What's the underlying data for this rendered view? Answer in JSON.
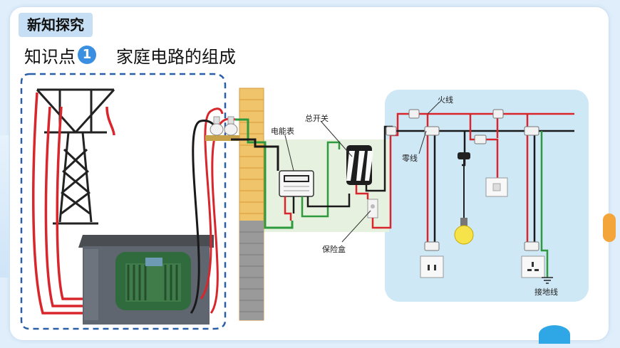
{
  "header": {
    "tag": "新知探究",
    "prefix": "知识点",
    "number": "1",
    "topic": "家庭电路的组成"
  },
  "labels": {
    "live_wire": "火线",
    "main_switch": "总开关",
    "meter": "电能表",
    "neutral_wire": "零线",
    "fuse_box": "保险盒",
    "ground_wire": "接地线"
  },
  "colors": {
    "live": "#d9262c",
    "neutral": "#1a1a1a",
    "ground": "#2e9a3e",
    "accent": "#3b8fe0"
  }
}
